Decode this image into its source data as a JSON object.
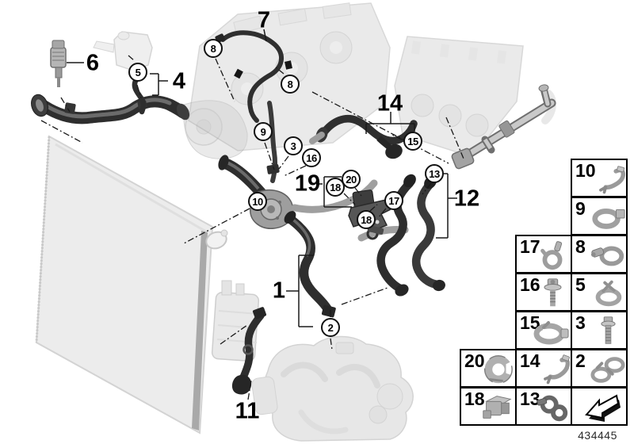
{
  "document": {
    "doc_number": "434445"
  },
  "callouts_circled": [
    {
      "id": "8a",
      "n": "8"
    },
    {
      "id": "8b",
      "n": "8"
    },
    {
      "id": "5",
      "n": "5"
    },
    {
      "id": "9",
      "n": "9"
    },
    {
      "id": "3",
      "n": "3"
    },
    {
      "id": "16",
      "n": "16"
    },
    {
      "id": "15",
      "n": "15"
    },
    {
      "id": "13",
      "n": "13"
    },
    {
      "id": "10",
      "n": "10"
    },
    {
      "id": "20",
      "n": "20"
    },
    {
      "id": "18a",
      "n": "18"
    },
    {
      "id": "17",
      "n": "17"
    },
    {
      "id": "18b",
      "n": "18"
    },
    {
      "id": "2",
      "n": "2"
    }
  ],
  "callouts_plain": [
    {
      "id": "7",
      "n": "7"
    },
    {
      "id": "6",
      "n": "6"
    },
    {
      "id": "4",
      "n": "4"
    },
    {
      "id": "14",
      "n": "14"
    },
    {
      "id": "19",
      "n": "19"
    },
    {
      "id": "12",
      "n": "12"
    },
    {
      "id": "1",
      "n": "1"
    },
    {
      "id": "11",
      "n": "11"
    }
  ],
  "legend_cells": [
    {
      "label": "10",
      "icon": "hose-hook-clip"
    },
    {
      "label": "9",
      "icon": "band-clamp"
    },
    {
      "label": "8",
      "icon": "worm-drive-clamp"
    },
    {
      "label": "5",
      "icon": "spring-clamp"
    },
    {
      "label": "3",
      "icon": "screw"
    },
    {
      "label": "2",
      "icon": "double-spring-clamp"
    },
    {
      "label": "",
      "icon": "direction-arrow"
    },
    {
      "label": "17",
      "icon": "pipe-clip"
    },
    {
      "label": "16",
      "icon": "screw-with-washer"
    },
    {
      "label": "15",
      "icon": "spring-band-clamp"
    },
    {
      "label": "14",
      "icon": "hose-hook-clip"
    },
    {
      "label": "13",
      "icon": "double-pipe-clamp"
    },
    {
      "label": "20",
      "icon": "rubber-holder-clip"
    },
    {
      "label": "18",
      "icon": "retaining-clip"
    }
  ],
  "colors": {
    "part_dark": "#2e2e2e",
    "part_light": "#c9c9c9",
    "faded": "#d5d5d5",
    "line": "#1a1a1a"
  }
}
